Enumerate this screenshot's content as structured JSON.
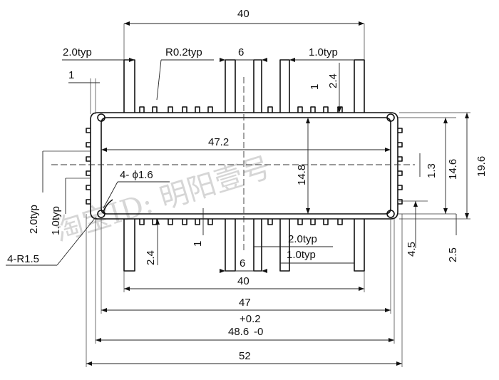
{
  "labels": {
    "width_40_top": "40",
    "thk_2_0_top": "2.0typ",
    "radius_0_2": "R0.2typ",
    "slot_6_top": "6",
    "thk_1_0_top": "1.0typ",
    "leg_1_topleft": "1",
    "dim_1_top": "1",
    "dim_2_4_top": "2.4",
    "inner_47_2": "47.2",
    "holes": "4- ϕ1.6",
    "inner_14_8": "14.8",
    "dim_1_3": "1.3",
    "dim_14_6": "14.6",
    "dim_19_6": "19.6",
    "thk_2_0_left": "2.0typ",
    "thk_1_0_left": "1.0typ",
    "corner_r": "4-R1.5",
    "dim_2_4_bottom": "2.4",
    "dim_1_bottom": "1",
    "thk_2_0_bottom": "2.0typ",
    "slot_6_bottom": "6",
    "thk_1_0_bottom": "1.0typ",
    "dim_4_5": "4.5",
    "dim_2_5": "2.5",
    "width_40_bottom": "40",
    "width_47": "47",
    "tol_plus": "+0.2",
    "width_48_6": "48.6",
    "tol_minus": "-0",
    "width_52": "52"
  },
  "watermark": "淘宝ID: 明阳壹号"
}
